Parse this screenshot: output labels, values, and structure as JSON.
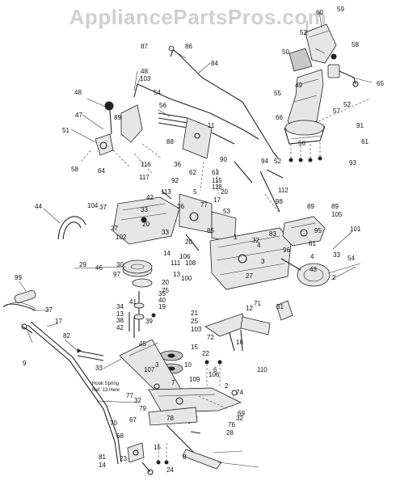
{
  "watermark": "AppliancePartsPros.com",
  "note": {
    "line1": "Hook Spring",
    "line2": "Ref. 13 Here"
  },
  "callouts": [
    "59",
    "60",
    "52",
    "58",
    "65",
    "87",
    "86",
    "50",
    "84",
    "49",
    "52",
    "48",
    "57",
    "91",
    "54",
    "55",
    "48",
    "103",
    "56",
    "66",
    "47",
    "89",
    "11",
    "56",
    "61",
    "51",
    "93",
    "88",
    "90",
    "94",
    "52",
    "58",
    "64",
    "116",
    "36",
    "62",
    "63",
    "117",
    "115",
    "92",
    "118",
    "112",
    "20",
    "5",
    "113",
    "17",
    "36",
    "77",
    "53",
    "44",
    "42",
    "37",
    "104",
    "33",
    "85",
    "98",
    "89",
    "89",
    "105",
    "27",
    "20",
    "33",
    "102",
    "95",
    "101",
    "83",
    "1",
    "32",
    "20",
    "96",
    "4",
    "61",
    "4",
    "106",
    "54",
    "33",
    "29",
    "46",
    "14",
    "108",
    "3",
    "111",
    "100",
    "2",
    "27",
    "30",
    "97",
    "43",
    "13",
    "20",
    "75",
    "99",
    "31",
    "41",
    "35",
    "34",
    "13",
    "40",
    "19",
    "12",
    "71",
    "37",
    "38",
    "42",
    "39",
    "21",
    "25",
    "103",
    "82",
    "17",
    "45",
    "15",
    "72",
    "9",
    "22",
    "16",
    "3",
    "107",
    "10",
    "106",
    "33",
    "6",
    "110",
    "77",
    "7",
    "109",
    "32",
    "2",
    "79",
    "32",
    "74",
    "70",
    "67",
    "69",
    "68",
    "78",
    "76",
    "81",
    "23",
    "14",
    "28",
    "15",
    "24",
    "8"
  ]
}
